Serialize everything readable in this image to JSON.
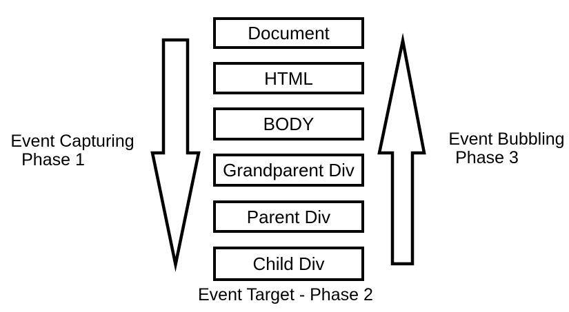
{
  "diagram": {
    "boxes": [
      {
        "label": "Document"
      },
      {
        "label": "HTML"
      },
      {
        "label": "BODY"
      },
      {
        "label": "Grandparent Div"
      },
      {
        "label": "Parent Div"
      },
      {
        "label": "Child Div"
      }
    ],
    "capturing_label": {
      "line1": "Event Capturing",
      "line2": "Phase 1"
    },
    "bubbling_label": {
      "line1": "Event Bubbling",
      "line2": "Phase 3"
    },
    "target_label": "Event Target - Phase 2",
    "arrows": [
      {
        "name": "event-capturing-arrow",
        "direction": "down"
      },
      {
        "name": "event-bubbling-arrow",
        "direction": "up"
      }
    ],
    "colors": {
      "stroke": "#000000",
      "fill": "#ffffff",
      "background": "#ffffff",
      "text": "#000000"
    }
  }
}
